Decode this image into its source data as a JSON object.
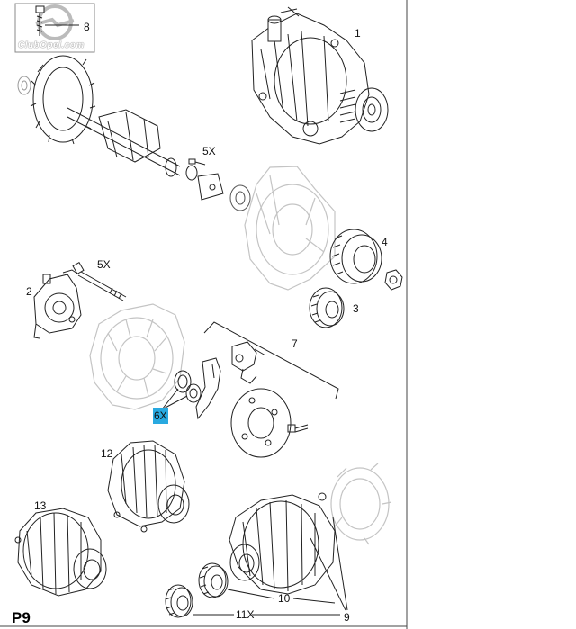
{
  "page": {
    "label": "P9"
  },
  "watermark": {
    "text": "ClubOpel.com",
    "icon": "opel-logo-icon"
  },
  "parts": [
    {
      "id": "callout-1",
      "label": "1"
    },
    {
      "id": "callout-2",
      "label": "2"
    },
    {
      "id": "callout-3",
      "label": "3"
    },
    {
      "id": "callout-4",
      "label": "4"
    },
    {
      "id": "callout-5x-top",
      "label": "5X"
    },
    {
      "id": "callout-5x-left",
      "label": "5X"
    },
    {
      "id": "callout-6x",
      "label": "6X",
      "highlight_color": "#29a9e0"
    },
    {
      "id": "callout-7",
      "label": "7"
    },
    {
      "id": "callout-8",
      "label": "8"
    },
    {
      "id": "callout-9",
      "label": "9"
    },
    {
      "id": "callout-10",
      "label": "10"
    },
    {
      "id": "callout-11x",
      "label": "11X"
    },
    {
      "id": "callout-12",
      "label": "12"
    },
    {
      "id": "callout-13",
      "label": "13"
    }
  ],
  "colors": {
    "line": "#222222",
    "faded": "#c4c4c4",
    "highlight": "#29a9e0"
  }
}
